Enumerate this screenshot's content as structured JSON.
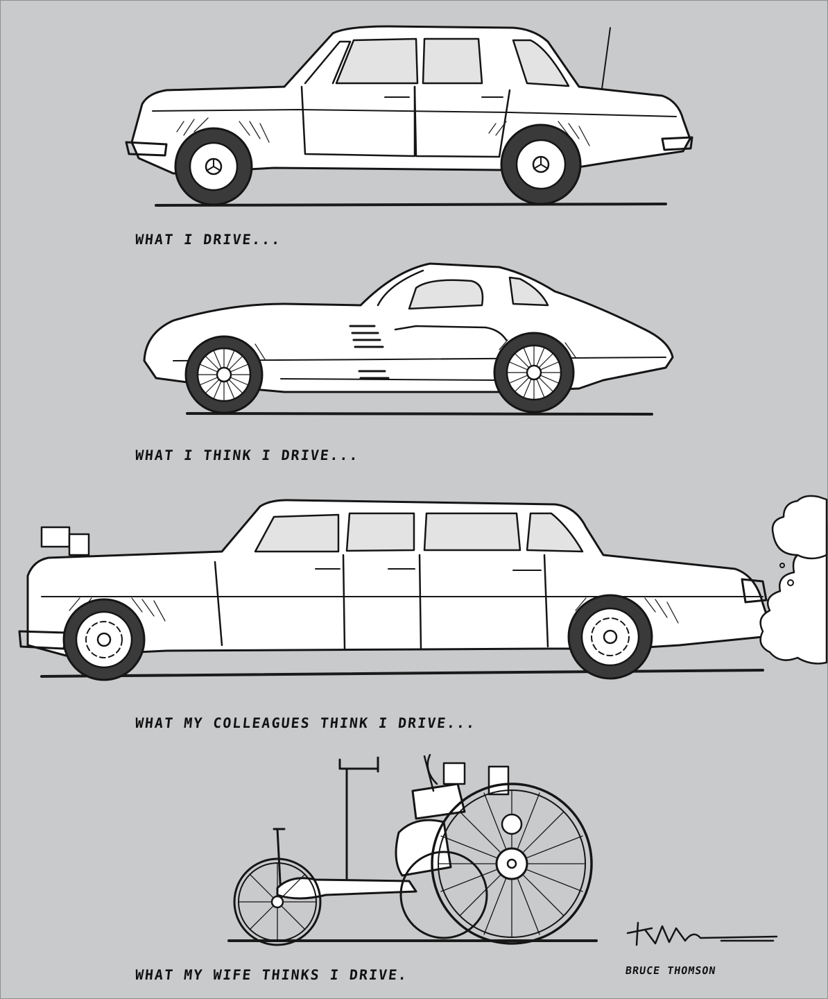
{
  "illustration": {
    "panels": [
      {
        "caption": "WHAT I DRIVE...",
        "vehicle_icon": "sedan-car-icon"
      },
      {
        "caption": "WHAT I THINK I DRIVE...",
        "vehicle_icon": "sports-coupe-icon"
      },
      {
        "caption": "WHAT MY COLLEAGUES THINK I DRIVE...",
        "vehicle_icon": "limousine-icon"
      },
      {
        "caption": "WHAT MY WIFE THINKS I DRIVE.",
        "vehicle_icon": "antique-motorwagen-icon"
      }
    ],
    "artist_name": "BRUCE THOMSON"
  },
  "colors": {
    "background": "#c9cacc",
    "ink": "#151515",
    "tyre": "#3a3a3a",
    "glass": "#e3e3e3"
  }
}
